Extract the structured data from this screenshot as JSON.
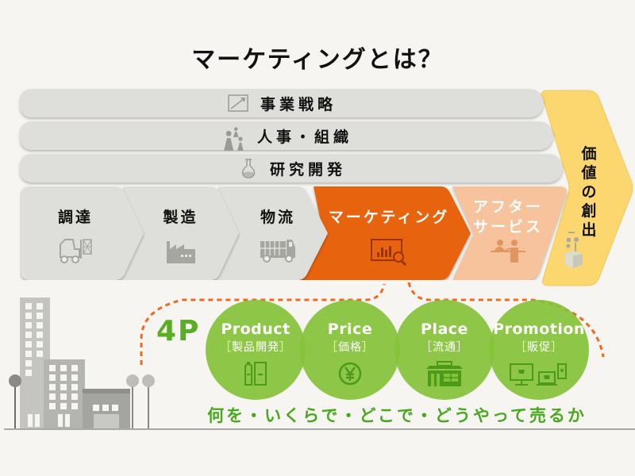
{
  "title": "マーケティングとは？",
  "support_activities": [
    {
      "label": "事業戦略",
      "icon": "growth-chart-icon"
    },
    {
      "label": "人事・組織",
      "icon": "people-icon"
    },
    {
      "label": "研究開発",
      "icon": "flask-icon"
    }
  ],
  "value_chain": [
    {
      "label": "調達",
      "icon": "forklift-icon",
      "color": "#dededb"
    },
    {
      "label": "製造",
      "icon": "factory-icon",
      "color": "#dededb"
    },
    {
      "label": "物流",
      "icon": "truck-icon",
      "color": "#dededb"
    },
    {
      "label": "マーケティング",
      "icon": "chart-magnifier-icon",
      "color": "#e8640c"
    },
    {
      "label": "アフター\nサービス",
      "label_line1": "アフター",
      "label_line2": "サービス",
      "icon": "customer-service-icon",
      "color": "#f6c39c"
    }
  ],
  "value_creation": {
    "label": "価値の創出",
    "chars": [
      "価",
      "値",
      "の",
      "創",
      "出"
    ],
    "color": "#fcd76f",
    "icon": "box-icon"
  },
  "four_p": {
    "label": "4P",
    "items": [
      {
        "en": "Product",
        "jp": "［製品開発］",
        "icon": "product-bottles-icon"
      },
      {
        "en": "Price",
        "jp": "［価格］",
        "icon": "yen-icon"
      },
      {
        "en": "Place",
        "jp": "［流通］",
        "icon": "store-icon"
      },
      {
        "en": "Promotion",
        "jp": "［販促］",
        "icon": "devices-cart-icon"
      }
    ],
    "tagline": "何を・いくらで・どこで・どうやって売るか",
    "color": "#84c238"
  },
  "colors": {
    "accent": "#e8640c",
    "green": "#84c238",
    "background": "#f6f5f1",
    "gray": "#dededb"
  }
}
